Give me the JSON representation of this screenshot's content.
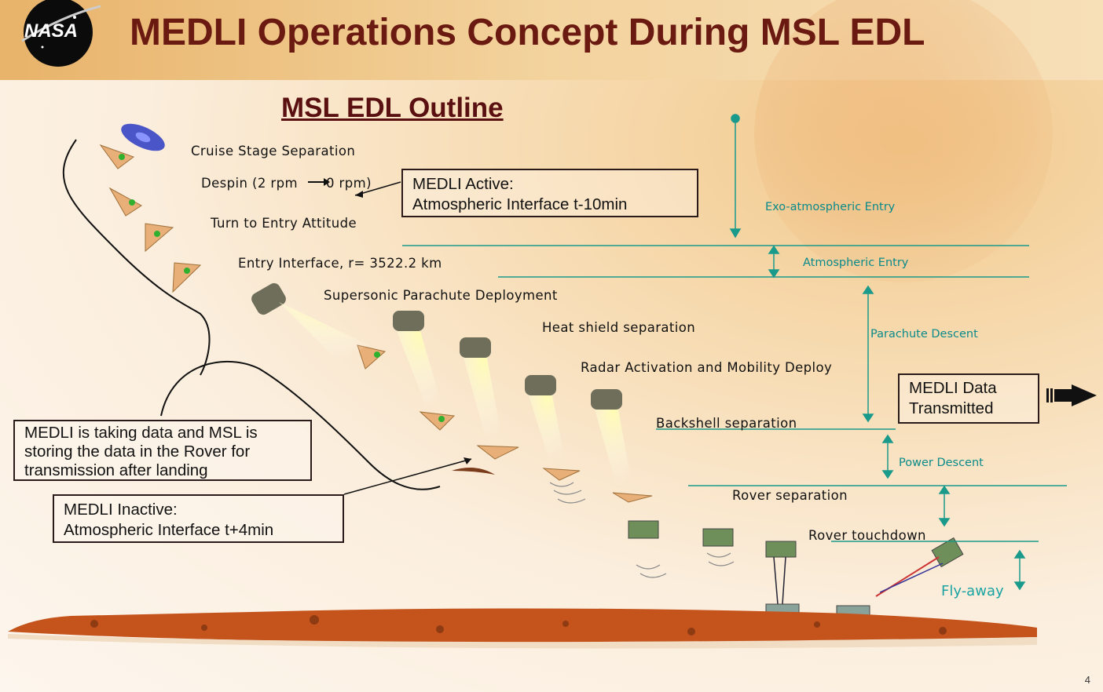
{
  "header": {
    "logo_text": "NASA",
    "title": "MEDLI Operations Concept During MSL EDL"
  },
  "diagram": {
    "subtitle": "MSL EDL Outline",
    "events": {
      "cruise": "Cruise Stage Separation",
      "despin_a": "Despin (2 rpm",
      "despin_b": "0 rpm)",
      "turn": "Turn to Entry Attitude",
      "entry_interface": "Entry Interface, r= 3522.2 km",
      "parachute": "Supersonic Parachute Deployment",
      "heatshield": "Heat shield separation",
      "radar": "Radar Activation and Mobility Deploy",
      "backshell": "Backshell separation",
      "rover_sep": "Rover separation",
      "touchdown": "Rover touchdown",
      "flyaway": "Fly-away"
    },
    "phases": {
      "exo": "Exo-atmospheric Entry",
      "atmo": "Atmospheric Entry",
      "chute": "Parachute Descent",
      "power": "Power Descent"
    },
    "callouts": {
      "active_1": "MEDLI Active:",
      "active_2": "Atmospheric Interface t-10min",
      "data_1": "MEDLI Data",
      "data_2": "Transmitted",
      "taking_1": "MEDLI is taking data and MSL is",
      "taking_2": "storing the data in the Rover for",
      "taking_3": "transmission after landing",
      "inactive_1": "MEDLI Inactive:",
      "inactive_2": "Atmospheric Interface t+4min"
    }
  },
  "page_number": "4",
  "colors": {
    "title": "#6b1a12",
    "phase_text": "#0a8a8a",
    "phase_lines": "#1a9a8a",
    "ground": "#c4541c"
  }
}
